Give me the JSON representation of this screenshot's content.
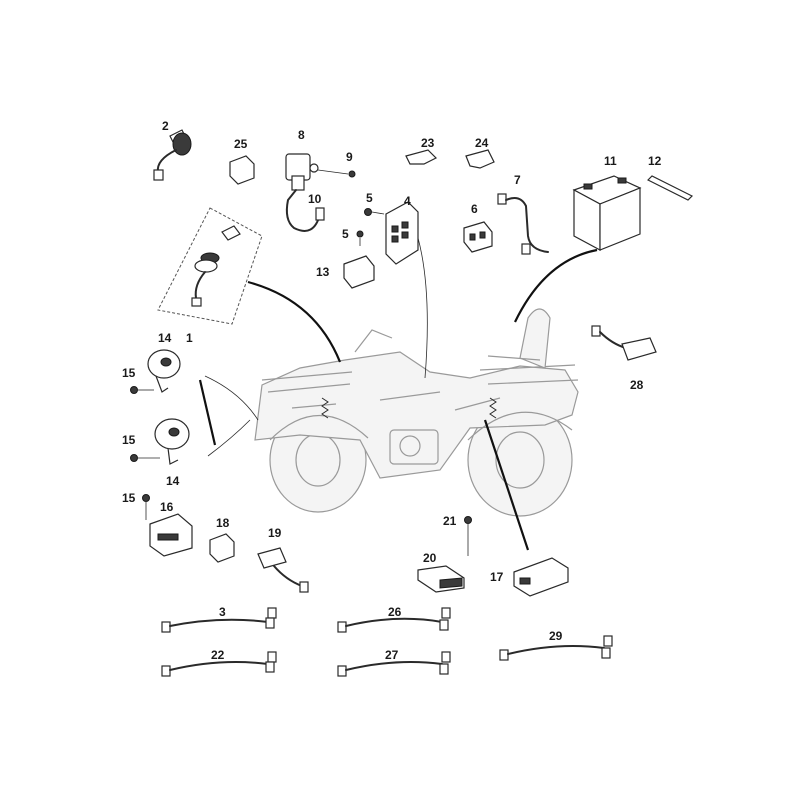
{
  "callouts": {
    "n1": "1",
    "n2": "2",
    "n3": "3",
    "n4": "4",
    "n5a": "5",
    "n5b": "5",
    "n6": "6",
    "n7": "7",
    "n8": "8",
    "n9": "9",
    "n10": "10",
    "n11": "11",
    "n12": "12",
    "n13": "13",
    "n14a": "14",
    "n14b": "14",
    "n15a": "15",
    "n15b": "15",
    "n15c": "15",
    "n16": "16",
    "n17": "17",
    "n18": "18",
    "n19": "19",
    "n20": "20",
    "n21": "21",
    "n22": "22",
    "n23": "23",
    "n24": "24",
    "n25": "25",
    "n26": "26",
    "n27": "27",
    "n28": "28",
    "n29": "29"
  }
}
